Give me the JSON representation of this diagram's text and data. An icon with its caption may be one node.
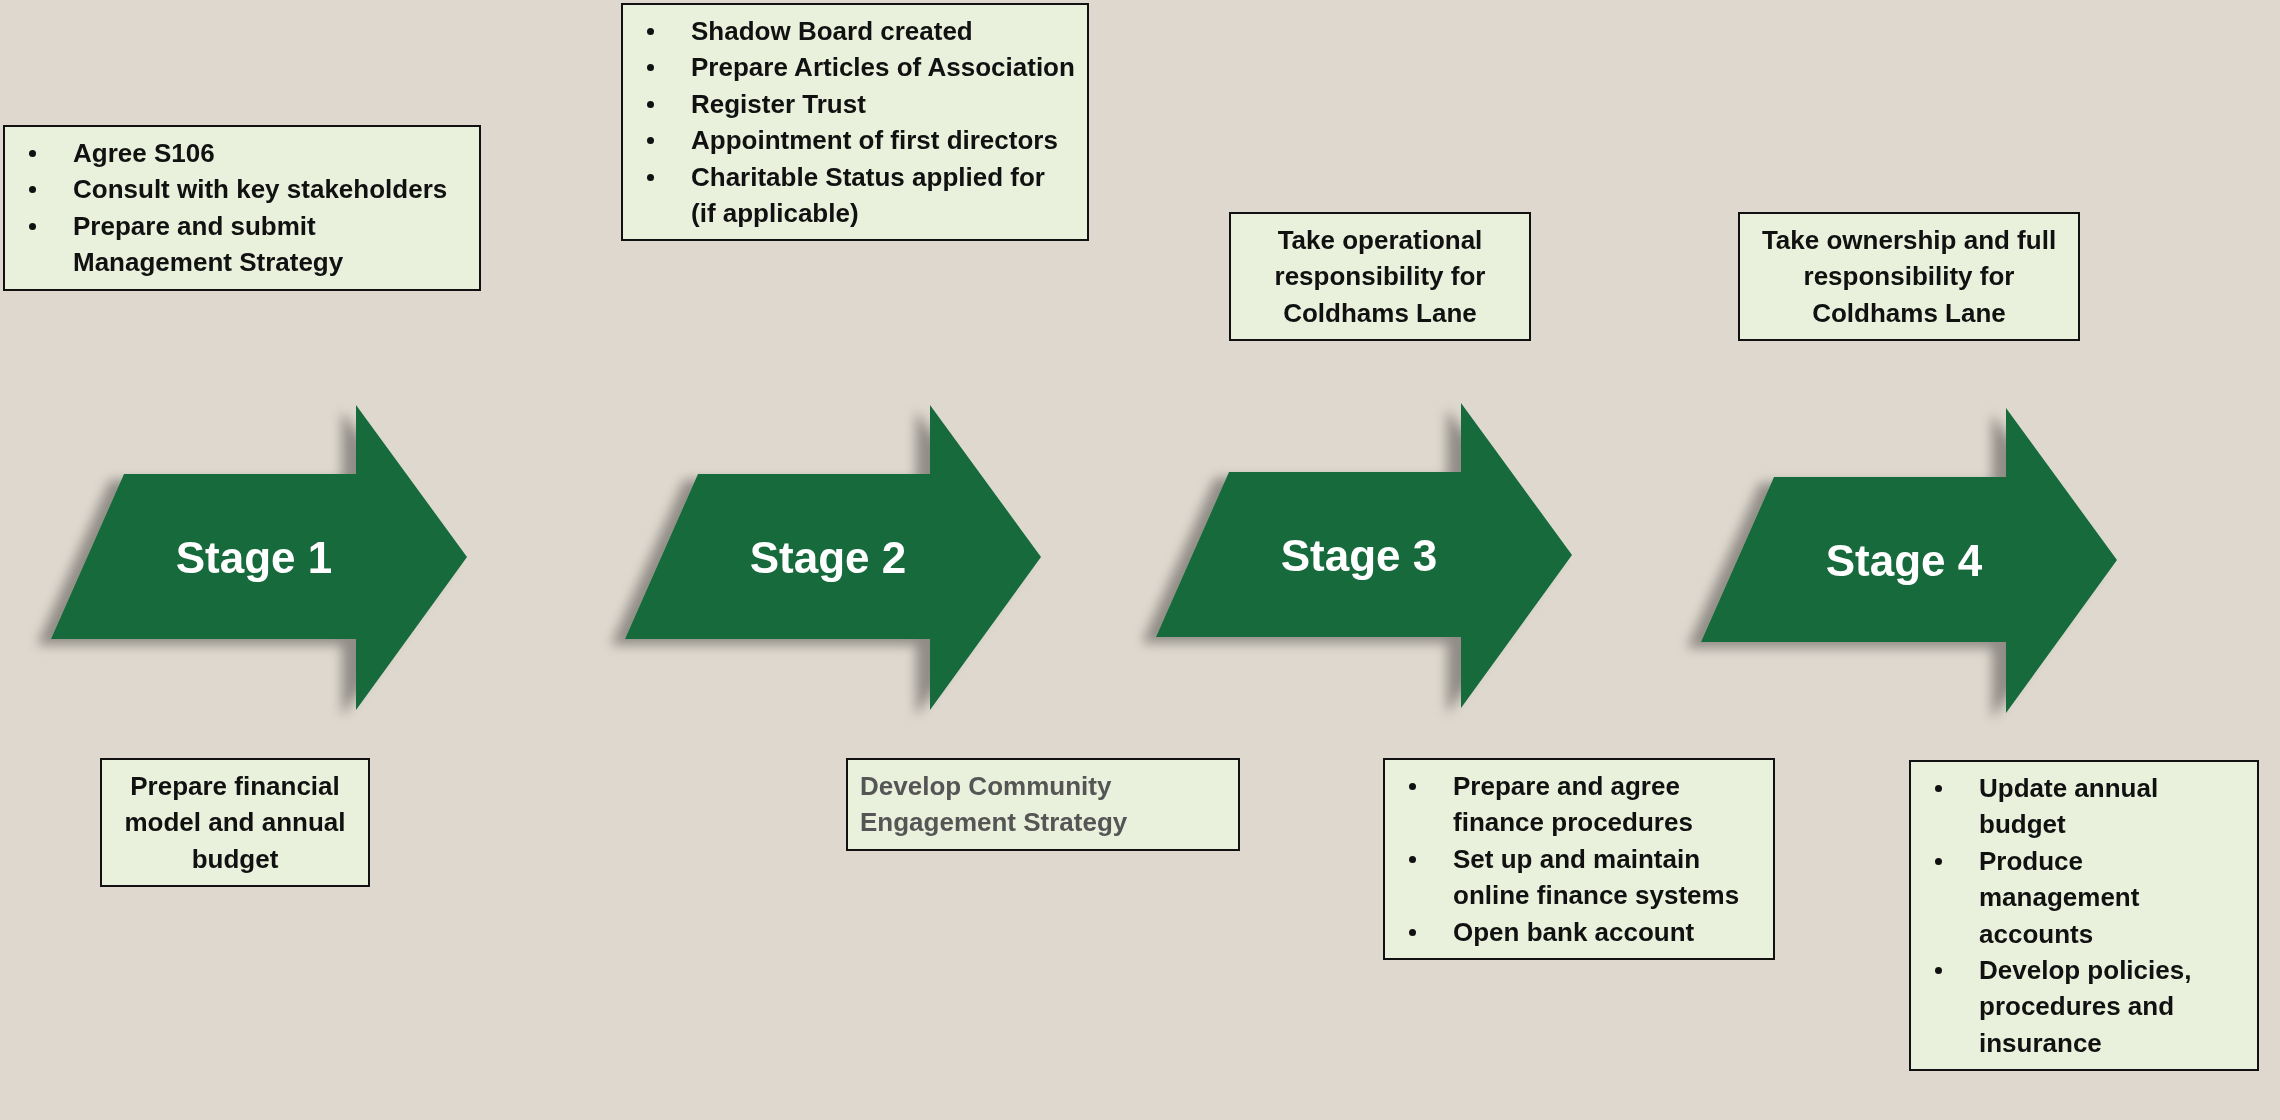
{
  "diagram": {
    "nodes": [
      {
        "text": [
          "Agree S106",
          "Consult with key stakeholders",
          "Prepare and submit Management Strategy"
        ]
      },
      {
        "text": [
          "Shadow Board created",
          "Prepare Articles of Association",
          "Register Trust",
          "Appointment of first directors",
          "Charitable Status applied for (if applicable)"
        ]
      },
      {
        "text": [
          "Take operational responsibility for Coldhams Lane"
        ]
      },
      {
        "text": [
          "Take ownership and full responsibility for Coldhams Lane"
        ]
      },
      {
        "text": [
          "Stage 1"
        ]
      },
      {
        "text": [
          "Stage 2"
        ]
      },
      {
        "text": [
          "Stage 3"
        ]
      },
      {
        "text": [
          "Stage 4"
        ]
      },
      {
        "text": [
          "Prepare financial model and annual budget"
        ]
      },
      {
        "text": [
          "Develop Community Engagement Strategy"
        ]
      },
      {
        "text": [
          "Prepare and agree finance procedures",
          "Set up and maintain online finance systems",
          "Open bank account"
        ]
      },
      {
        "text": [
          "Update annual budget",
          "Produce management accounts",
          "Develop policies, procedures and insurance"
        ]
      }
    ]
  }
}
